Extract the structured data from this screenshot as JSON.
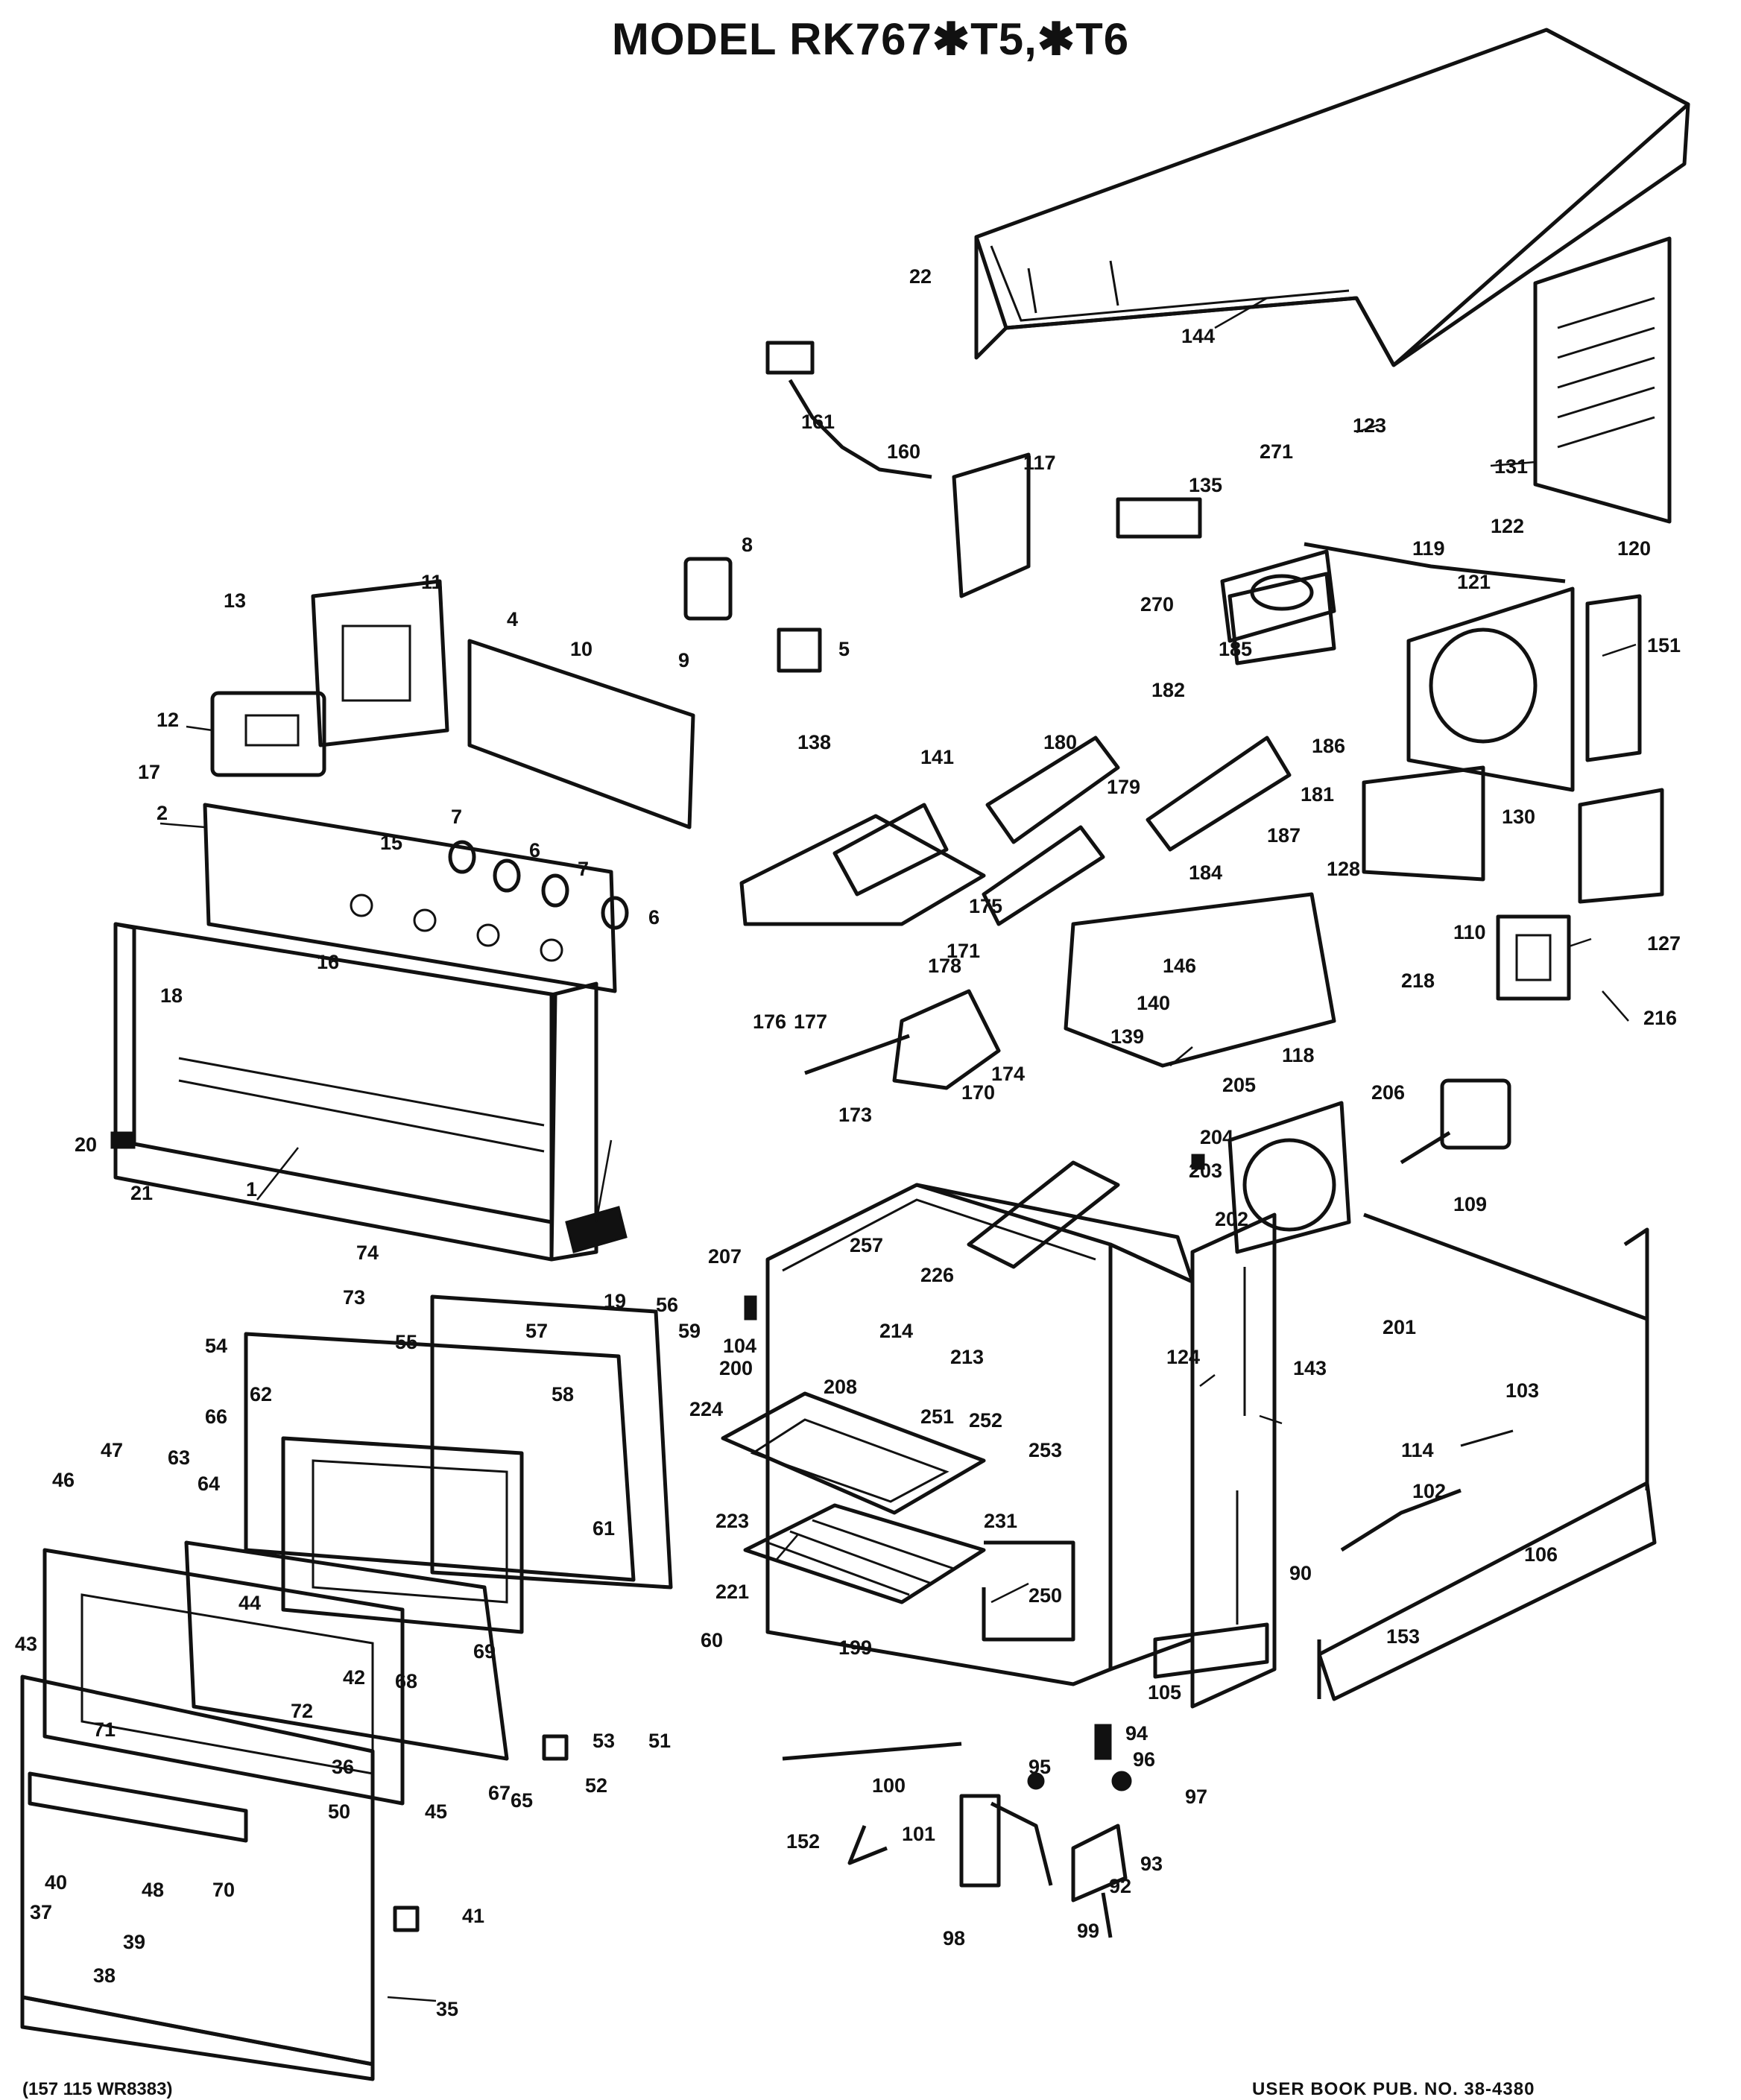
{
  "title": "MODEL RK767✱T5,✱T6",
  "footer": {
    "left": "(157 115 WR8383)",
    "right": "USER BOOK PUB. NO. 38-4380"
  },
  "part_labels": [
    "1",
    "2",
    "4",
    "5",
    "6",
    "6",
    "7",
    "7",
    "8",
    "9",
    "10",
    "11",
    "12",
    "13",
    "15",
    "16",
    "17",
    "18",
    "19",
    "20",
    "21",
    "22",
    "35",
    "36",
    "37",
    "38",
    "39",
    "40",
    "41",
    "42",
    "43",
    "44",
    "45",
    "46",
    "47",
    "48",
    "50",
    "51",
    "52",
    "53",
    "54",
    "55",
    "56",
    "57",
    "58",
    "59",
    "60",
    "61",
    "62",
    "63",
    "64",
    "65",
    "66",
    "67",
    "68",
    "69",
    "70",
    "71",
    "72",
    "73",
    "74",
    "90",
    "92",
    "93",
    "94",
    "95",
    "96",
    "97",
    "98",
    "99",
    "100",
    "101",
    "102",
    "103",
    "104",
    "105",
    "106",
    "109",
    "110",
    "114",
    "117",
    "118",
    "119",
    "120",
    "121",
    "122",
    "123",
    "124",
    "127",
    "128",
    "130",
    "131",
    "135",
    "138",
    "139",
    "140",
    "141",
    "143",
    "144",
    "146",
    "151",
    "152",
    "153",
    "160",
    "161",
    "170",
    "171",
    "173",
    "174",
    "175",
    "176",
    "177",
    "178",
    "179",
    "180",
    "181",
    "182",
    "184",
    "185",
    "186",
    "187",
    "199",
    "200",
    "201",
    "202",
    "203",
    "204",
    "205",
    "206",
    "207",
    "208",
    "213",
    "214",
    "216",
    "218",
    "221",
    "223",
    "224",
    "226",
    "231",
    "250",
    "251",
    "252",
    "253",
    "257",
    "270",
    "271"
  ]
}
